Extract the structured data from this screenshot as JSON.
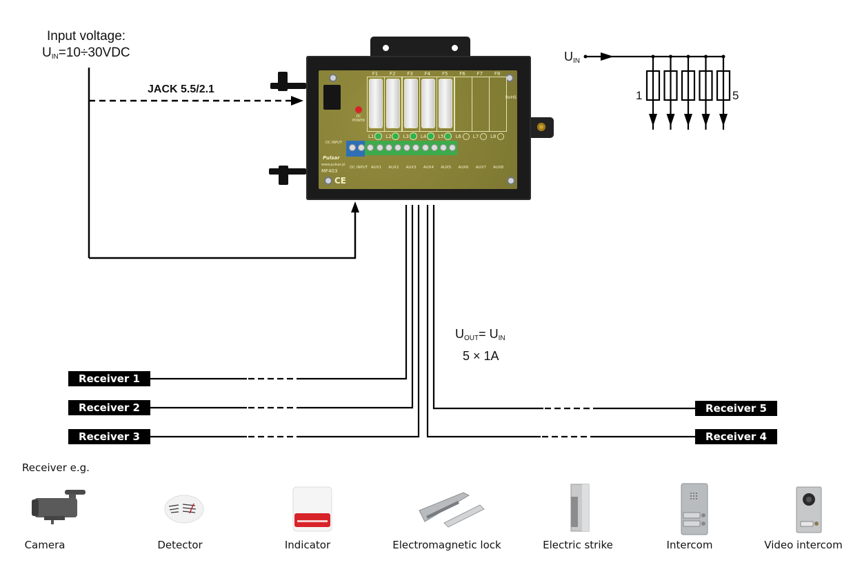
{
  "input": {
    "title": "Input voltage:",
    "voltage_prefix": "U",
    "voltage_sub": "IN",
    "voltage_value": "=10÷30VDC",
    "jack_label": "JACK 5.5/2.1"
  },
  "schematic": {
    "uin_prefix": "U",
    "uin_sub": "IN",
    "first_label": "1",
    "last_label": "5",
    "channel_count": 5
  },
  "output": {
    "uout_prefix": "U",
    "uout_sub": "OUT",
    "equals": "= U",
    "uin_sub": "IN",
    "current": "5 × 1A"
  },
  "device": {
    "model": "MF403",
    "brand": "Pulsar",
    "website": "www.pulsar.pl",
    "dc_power": "DC POWER",
    "dc_input": "DC INPUT",
    "rohs": "RoHS",
    "ce": "CE",
    "fuses": [
      "F1",
      "F2",
      "F3",
      "F4",
      "F5",
      "F6",
      "F7",
      "F8"
    ],
    "leds": [
      "L1",
      "L2",
      "L3",
      "L4",
      "L5",
      "L6",
      "L7",
      "L8"
    ],
    "aux_outputs": [
      "AUX1",
      "AUX2",
      "AUX3",
      "AUX4",
      "AUX5",
      "AUX6",
      "AUX7",
      "AUX8"
    ],
    "input_terminal": "DC INPUT",
    "colors": {
      "pcb": "#8b8438",
      "enclosure": "#1b1b1b",
      "led_on": "#2fb34a",
      "terminal_green": "#3dab4c",
      "terminal_blue": "#2f6fb5",
      "power_led": "#d8232a"
    }
  },
  "receivers": [
    {
      "label": "Receiver 1"
    },
    {
      "label": "Receiver 2"
    },
    {
      "label": "Receiver 3"
    },
    {
      "label": "Receiver 4"
    },
    {
      "label": "Receiver 5"
    }
  ],
  "examples": {
    "title": "Receiver e.g.",
    "items": [
      {
        "label": "Camera",
        "icon": "camera-icon"
      },
      {
        "label": "Detector",
        "icon": "detector-icon"
      },
      {
        "label": "Indicator",
        "icon": "indicator-icon"
      },
      {
        "label": "Electromagnetic lock",
        "icon": "electromagnetic-lock-icon"
      },
      {
        "label": "Electric strike",
        "icon": "electric-strike-icon"
      },
      {
        "label": "Intercom",
        "icon": "intercom-icon"
      },
      {
        "label": "Video intercom",
        "icon": "video-intercom-icon"
      }
    ]
  }
}
